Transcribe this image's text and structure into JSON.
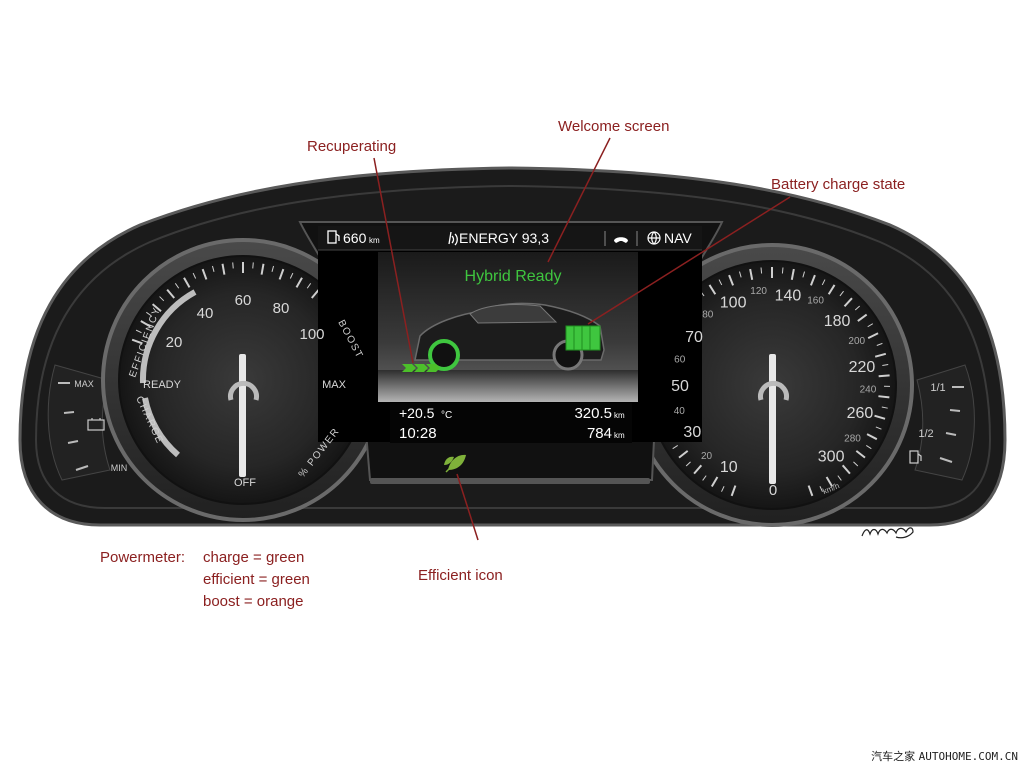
{
  "annotations": {
    "recuperating": "Recuperating",
    "welcome_screen": "Welcome screen",
    "battery_charge_state": "Battery charge state",
    "efficient_icon": "Efficient icon",
    "powermeter_label": "Powermeter:",
    "powermeter_lines": [
      "charge = green",
      "efficient = green",
      "boost = orange"
    ]
  },
  "display": {
    "range_value": "660",
    "range_unit": "km",
    "energy_label": "ENERGY 93,3",
    "nav_label": "NAV",
    "status_message": "Hybrid Ready",
    "temperature": "+20.5",
    "temperature_unit": "°C",
    "clock": "10:28",
    "trip_value": "320.5",
    "trip_unit": "km",
    "odometer_value": "784",
    "odometer_unit": "km"
  },
  "powermeter_gauge": {
    "scale": [
      "20",
      "40",
      "60",
      "80",
      "100"
    ],
    "arc_labels": {
      "efficiency": "EFFICIENCY",
      "boost": "BOOST",
      "charge": "CHARGE",
      "power": "% POWER"
    },
    "ready": "READY",
    "max": "MAX",
    "off": "OFF"
  },
  "left_side_gauge": {
    "max": "MAX",
    "min": "MIN"
  },
  "speedometer": {
    "major": [
      "10",
      "30",
      "50",
      "70",
      "100",
      "140",
      "180",
      "220",
      "260",
      "300"
    ],
    "minor": [
      "20",
      "40",
      "60",
      "80",
      "120",
      "160",
      "200",
      "240",
      "280"
    ],
    "zero": "0",
    "unit": "km/h"
  },
  "fuel_gauge": {
    "full": "1/1",
    "half": "1/2"
  },
  "colors": {
    "annotation": "#8b2020",
    "display_green": "#3fc63f",
    "efficient_icon": "#7fb13a"
  },
  "footer": {
    "brand_cn": "汽车之家",
    "site": "AUTOHOME.COM.CN"
  }
}
